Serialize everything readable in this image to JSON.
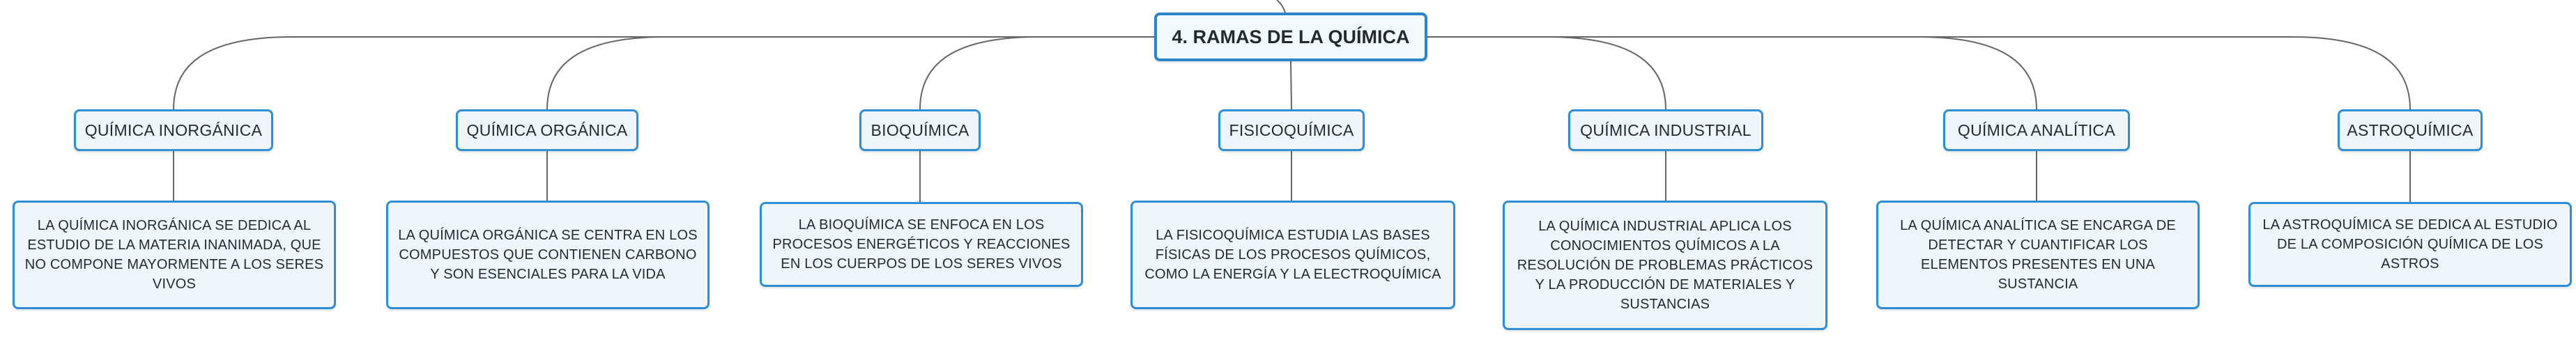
{
  "root": {
    "label": "4. RAMAS DE LA QUÍMICA"
  },
  "branches": [
    {
      "label": "QUÍMICA INORGÁNICA",
      "description": "LA QUÍMICA INORGÁNICA SE DEDICA AL ESTUDIO DE LA MATERIA INANIMADA, QUE NO COMPONE MAYORMENTE A LOS SERES VIVOS"
    },
    {
      "label": "QUÍMICA ORGÁNICA",
      "description": "LA QUÍMICA ORGÁNICA SE CENTRA EN LOS COMPUESTOS QUE CONTIENEN CARBONO Y SON ESENCIALES PARA LA VIDA"
    },
    {
      "label": "BIOQUÍMICA",
      "description": "LA BIOQUÍMICA SE ENFOCA EN LOS PROCESOS ENERGÉTICOS Y REACCIONES EN LOS CUERPOS DE LOS SERES VIVOS"
    },
    {
      "label": "FISICOQUÍMICA",
      "description": "LA FISICOQUÍMICA ESTUDIA LAS BASES FÍSICAS DE LOS PROCESOS QUÍMICOS, COMO LA ENERGÍA Y LA ELECTROQUÍMICA"
    },
    {
      "label": "QUÍMICA INDUSTRIAL",
      "description": "LA QUÍMICA INDUSTRIAL APLICA LOS CONOCIMIENTOS QUÍMICOS A LA RESOLUCIÓN DE PROBLEMAS PRÁCTICOS Y LA PRODUCCIÓN DE MATERIALES Y SUSTANCIAS"
    },
    {
      "label": "QUÍMICA ANALÍTICA",
      "description": "LA QUÍMICA ANALÍTICA SE ENCARGA DE DETECTAR Y CUANTIFICAR LOS ELEMENTOS PRESENTES EN UNA SUSTANCIA"
    },
    {
      "label": "ASTROQUÍMICA",
      "description": "LA ASTROQUÍMICA SE DEDICA AL ESTUDIO DE LA COMPOSICIÓN QUÍMICA DE LOS ASTROS"
    }
  ],
  "colors": {
    "border": "#2f8fd6",
    "fill": "#eef6fc",
    "line": "#666666",
    "text": "#1f2a33"
  }
}
